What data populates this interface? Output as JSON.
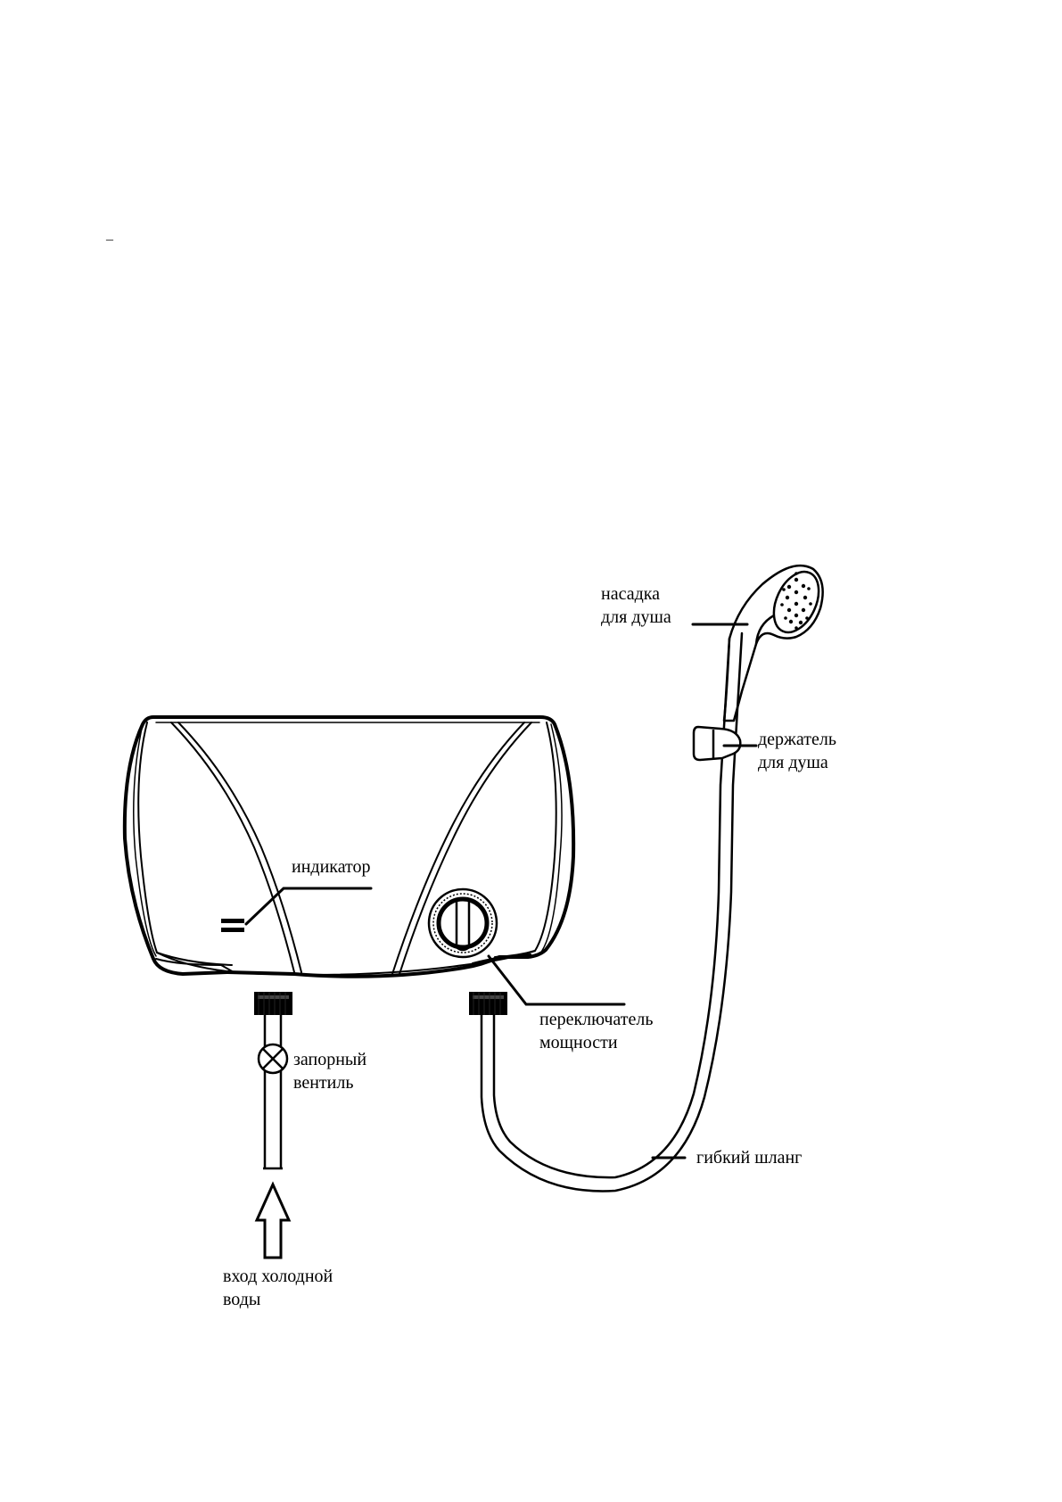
{
  "page": {
    "stray_mark": "–"
  },
  "labels": {
    "shower_head": {
      "line1": "насадка",
      "line2": "для душа"
    },
    "shower_holder": {
      "line1": "держатель",
      "line2": "для душа"
    },
    "indicator": {
      "text": "индикатор"
    },
    "power_switch": {
      "line1": "переключатель",
      "line2": "мощности"
    },
    "shutoff_valve": {
      "line1": "запорный",
      "line2": "вентиль"
    },
    "flexible_hose": {
      "text": "гибкий шланг"
    },
    "cold_water_inlet": {
      "line1": "вход холодной",
      "line2": "воды"
    }
  },
  "colors": {
    "ink": "#000000",
    "paper": "#ffffff"
  }
}
